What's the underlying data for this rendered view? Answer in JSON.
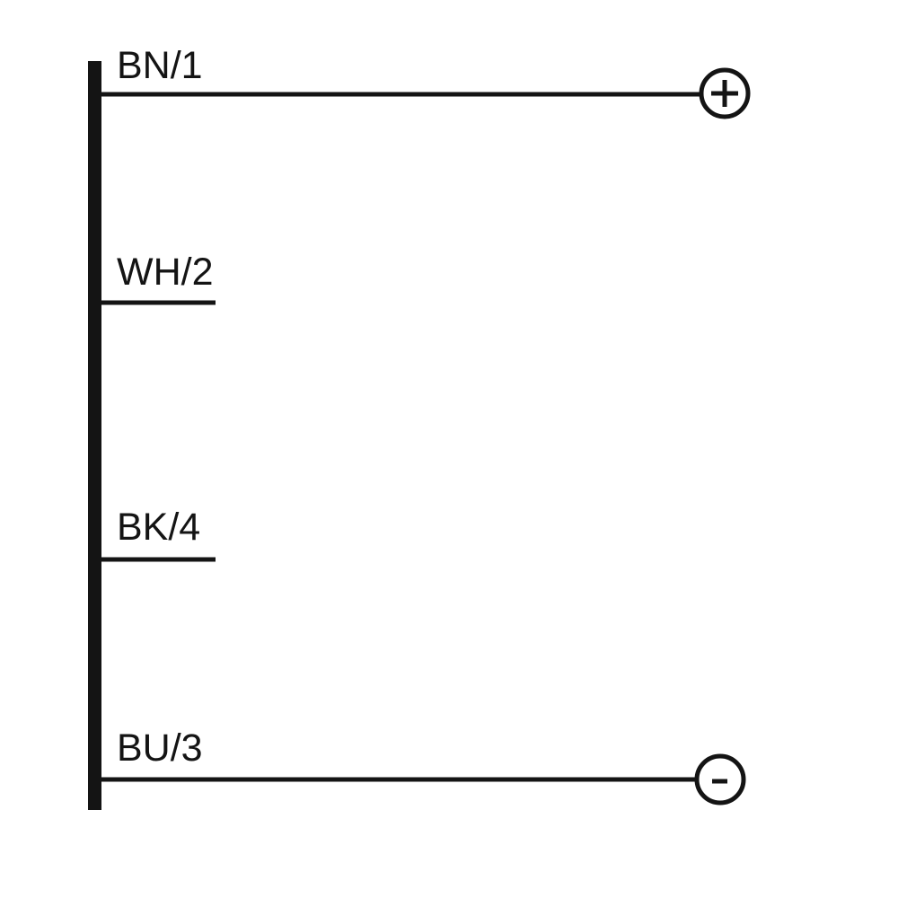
{
  "wires": [
    {
      "label": "BN/1",
      "terminal": "+"
    },
    {
      "label": "WH/2",
      "terminal": ""
    },
    {
      "label": "BK/4",
      "terminal": ""
    },
    {
      "label": "BU/3",
      "terminal": "-"
    }
  ],
  "colors": {
    "line": "#141414",
    "background": "#ffffff"
  }
}
